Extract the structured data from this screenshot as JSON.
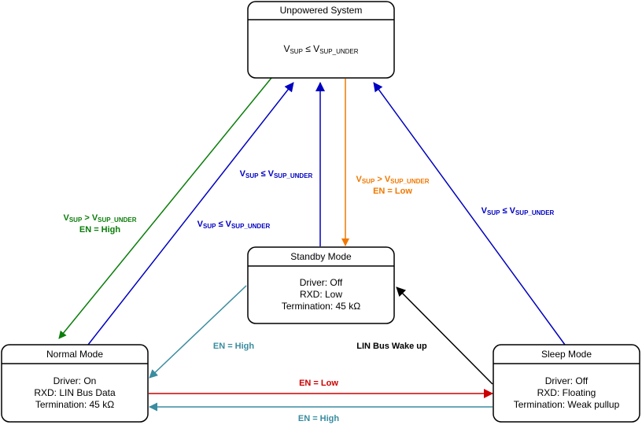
{
  "colors": {
    "green": "#0a7d0a",
    "blue": "#0000c0",
    "orange": "#f07800",
    "teal": "#3a8ca0",
    "red": "#cc0000",
    "black": "#000000"
  },
  "nodes": {
    "unpowered": {
      "title": "Unpowered System",
      "cond_main": "V",
      "cond_sub1": "SUP",
      "cond_op": " ≤ V",
      "cond_sub2": "SUP_UNDER"
    },
    "standby": {
      "title": "Standby Mode",
      "line1": "Driver: Off",
      "line2": "RXD: Low",
      "line3": "Termination: 45 kΩ"
    },
    "normal": {
      "title": "Normal Mode",
      "line1": "Driver: On",
      "line2": "RXD: LIN Bus Data",
      "line3": "Termination: 45 kΩ"
    },
    "sleep": {
      "title": "Sleep Mode",
      "line1": "Driver: Off",
      "line2": "RXD: Floating",
      "line3": "Termination: Weak pullup"
    }
  },
  "labels": {
    "green_cond": {
      "v": "V",
      "sub1": "SUP",
      "op": " > V",
      "sub2": "SUP_UNDER",
      "line2": "EN = High"
    },
    "blue_normal": {
      "v": "V",
      "sub1": "SUP",
      "op": " ≤ V",
      "sub2": "SUP_UNDER"
    },
    "blue_standby": {
      "v": "V",
      "sub1": "SUP",
      "op": " ≤ V",
      "sub2": "SUP_UNDER"
    },
    "orange_cond": {
      "v": "V",
      "sub1": "SUP",
      "op": " > V",
      "sub2": "SUP_UNDER",
      "line2": "EN = Low"
    },
    "blue_sleep": {
      "v": "V",
      "sub1": "SUP",
      "op": " ≤ V",
      "sub2": "SUP_UNDER"
    },
    "teal_standby_normal": "EN = High",
    "lin_wake": "LIN Bus Wake up",
    "red_normal_sleep": "EN = Low",
    "teal_sleep_normal": "EN = High"
  }
}
